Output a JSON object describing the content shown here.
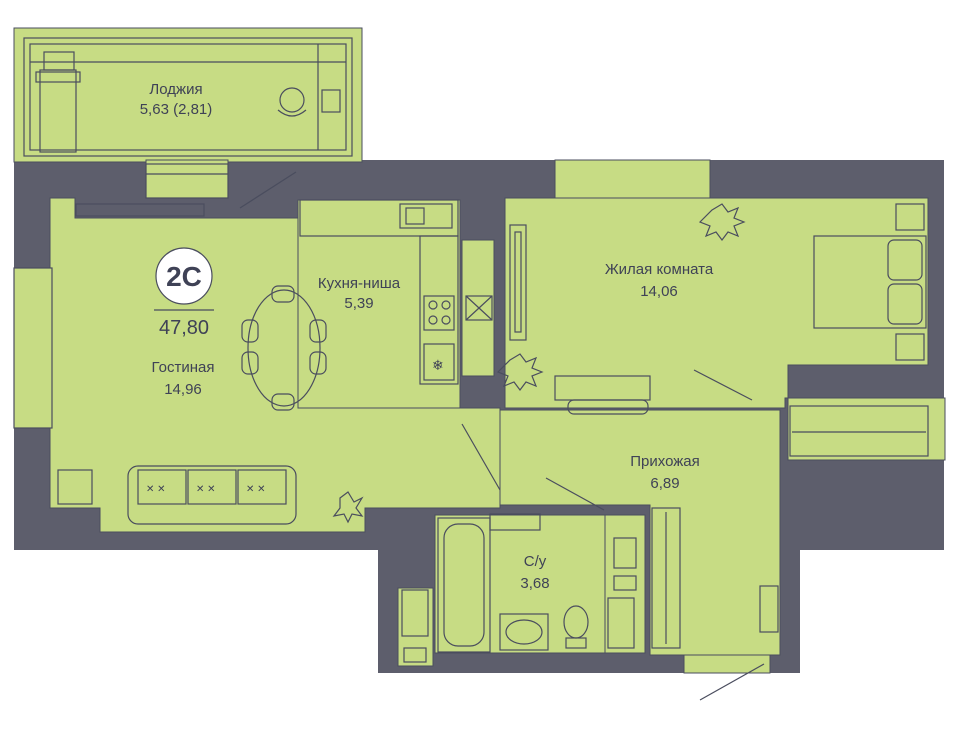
{
  "plan": {
    "apartment_type": "2С",
    "total_area": "47,80",
    "rooms": [
      {
        "id": "loggia",
        "name": "Лоджия",
        "area": "5,63 (2,81)"
      },
      {
        "id": "kitchen",
        "name": "Кухня-ниша",
        "area": "5,39"
      },
      {
        "id": "bedroom",
        "name": "Жилая комната",
        "area": "14,06"
      },
      {
        "id": "living",
        "name": "Гостиная",
        "area": "14,96"
      },
      {
        "id": "hallway",
        "name": "Прихожая",
        "area": "6,89"
      },
      {
        "id": "bathroom",
        "name": "С/у",
        "area": "3,68"
      }
    ]
  },
  "colors": {
    "wall": "#5d5e6c",
    "floor": "#c7dc84",
    "line": "#4a4d5e",
    "text": "#3f4256"
  }
}
